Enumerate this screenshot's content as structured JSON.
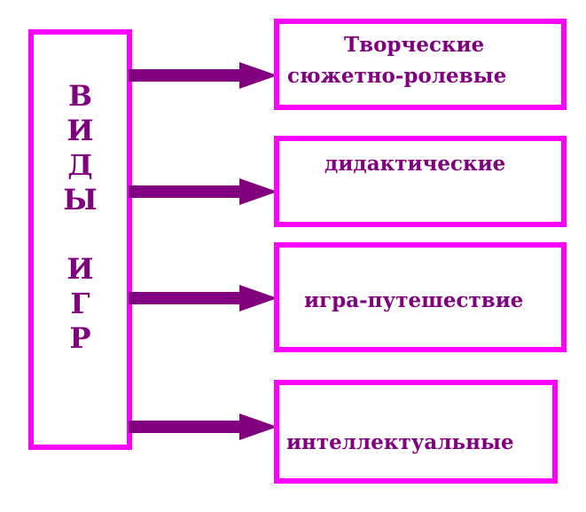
{
  "diagram": {
    "root": {
      "letters": [
        "В",
        "И",
        "Д",
        "Ы",
        "",
        "И",
        "Г",
        "Р"
      ]
    },
    "types": [
      {
        "line1": "Творческие",
        "line2": "сюжетно-ролевые"
      },
      {
        "line1": "дидактические"
      },
      {
        "line1": "игра-путешествие"
      },
      {
        "line1": "интеллектуальные"
      }
    ],
    "colors": {
      "border": "#ff00ff",
      "text": "#800080",
      "arrow": "#800080"
    }
  }
}
